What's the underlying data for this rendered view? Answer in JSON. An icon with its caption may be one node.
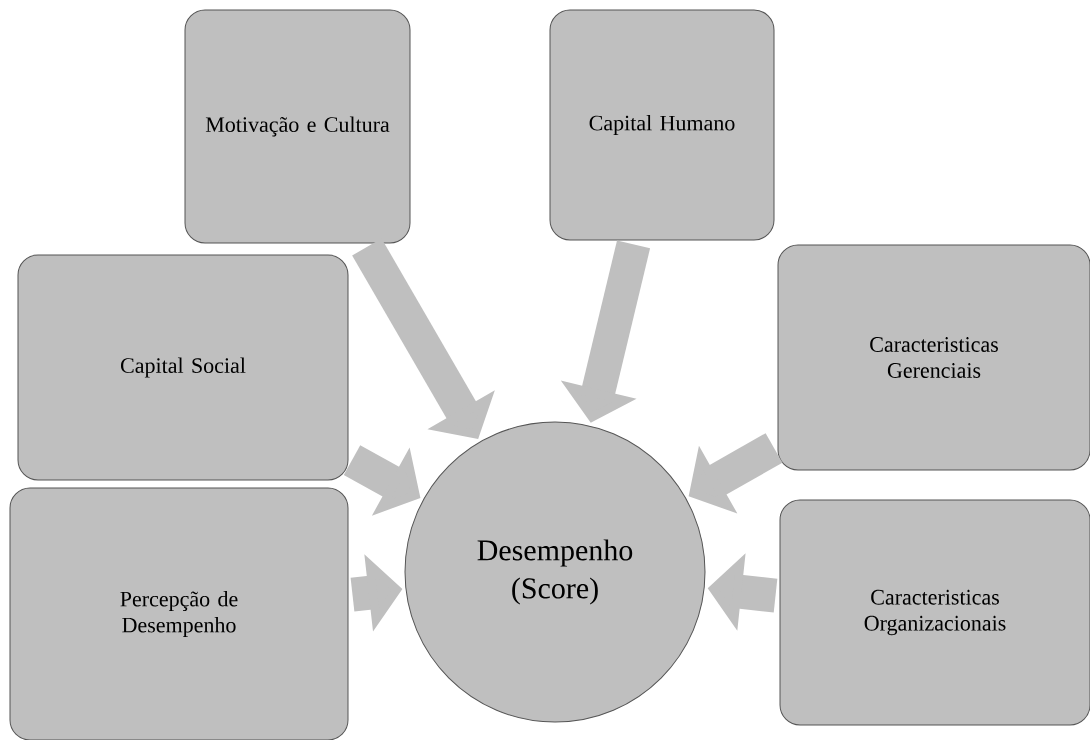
{
  "diagram": {
    "nodes": [
      {
        "text": [
          "Motivação e Cultura"
        ]
      },
      {
        "text": [
          "Capital Humano"
        ]
      },
      {
        "text": [
          "Capital Social"
        ]
      },
      {
        "text": [
          "Caracteristicas Gerenciais"
        ]
      },
      {
        "text": [
          "Percepção de Desempenho"
        ]
      },
      {
        "text": [
          "Caracteristicas Organizacionais"
        ]
      },
      {
        "text": [
          "Desempenho (Score)"
        ]
      }
    ],
    "edges": [
      {
        "from": 0,
        "to": 6,
        "arrow": "to"
      },
      {
        "from": 1,
        "to": 6,
        "arrow": "to"
      },
      {
        "from": 2,
        "to": 6,
        "arrow": "to"
      },
      {
        "from": 3,
        "to": 6,
        "arrow": "to"
      },
      {
        "from": 4,
        "to": 6,
        "arrow": "to"
      },
      {
        "from": 5,
        "to": 6,
        "arrow": "to"
      }
    ]
  }
}
